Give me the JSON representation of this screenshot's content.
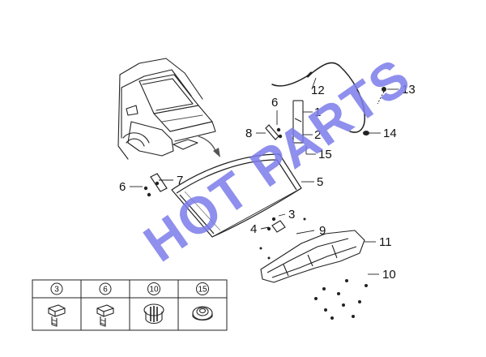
{
  "watermark": {
    "text": "HOT PARTS",
    "color": "#7b7bea"
  },
  "callouts": {
    "c1": "1",
    "c2": "2",
    "c3": "3",
    "c4": "4",
    "c5": "5",
    "c6a": "6",
    "c6b": "6",
    "c7": "7",
    "c8": "8",
    "c9": "9",
    "c10": "10",
    "c11": "11",
    "c12": "12",
    "c13": "13",
    "c14": "14",
    "c15": "15"
  },
  "fastener_table": {
    "headers": [
      "3",
      "6",
      "10",
      "15"
    ]
  },
  "colors": {
    "line": "#222222",
    "accent_line": "#555555"
  }
}
